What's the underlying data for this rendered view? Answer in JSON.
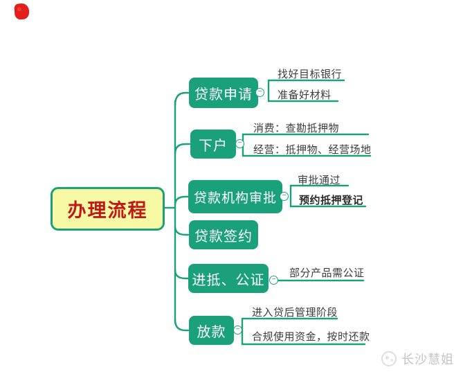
{
  "page": {
    "background": "#ffffff"
  },
  "corner_icon": {
    "name": "red-seal-icon",
    "color": "#e11f1b"
  },
  "mindmap": {
    "accent_color": "#1aa17c",
    "toggle_glyph": "−",
    "root": {
      "label": "办理流程",
      "bg": "#f8f9a4",
      "border_color": "#1aa17c",
      "text_color": "#c01818"
    },
    "branches": [
      {
        "label": "贷款申请",
        "children": [
          {
            "label": "找好目标银行"
          },
          {
            "label": "准备好材料"
          }
        ]
      },
      {
        "label": "下户",
        "children": [
          {
            "label": "消费：查勘抵押物"
          },
          {
            "label": "经营：抵押物、经营场地"
          }
        ]
      },
      {
        "label": "贷款机构审批",
        "children": [
          {
            "label": "审批通过"
          },
          {
            "label": "预约抵押登记",
            "bold": true
          }
        ]
      },
      {
        "label": "贷款签约",
        "children": []
      },
      {
        "label": "进抵、公证",
        "children": [
          {
            "label": "部分产品需公证"
          }
        ]
      },
      {
        "label": "放款",
        "children": [
          {
            "label": "进入贷后管理阶段"
          },
          {
            "label": "合规使用资金，按时还款"
          }
        ]
      }
    ]
  },
  "watermark": {
    "text": "长沙慧姐",
    "logo": "circular-emblem"
  }
}
